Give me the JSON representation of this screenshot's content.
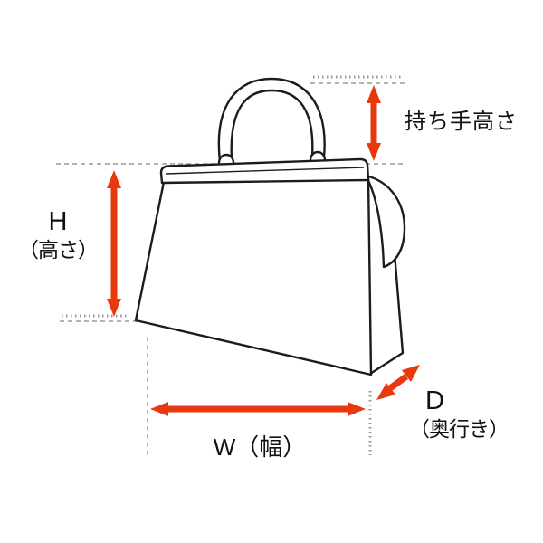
{
  "diagram": {
    "subject": "handbag-dimension-diagram",
    "labels": {
      "handle_height": "持ち手高さ",
      "height_main": "H",
      "height_sub": "（高さ）",
      "width_main": "W（幅）",
      "depth_main": "D",
      "depth_sub": "（奥行き）"
    },
    "measurements": [
      {
        "id": "handle-height",
        "label": "持ち手高さ",
        "orientation": "vertical"
      },
      {
        "id": "height",
        "label": "H（高さ）",
        "orientation": "vertical"
      },
      {
        "id": "width",
        "label": "W（幅）",
        "orientation": "horizontal"
      },
      {
        "id": "depth",
        "label": "D（奥行き）",
        "orientation": "diagonal"
      }
    ],
    "colors": {
      "arrow": "#e8380d",
      "outline": "#1c1c1c",
      "guide": "#9a9a9a",
      "background": "#ffffff"
    }
  }
}
